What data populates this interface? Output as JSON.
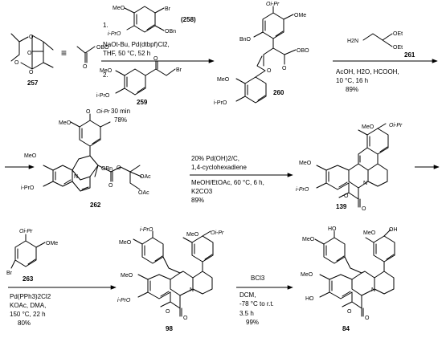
{
  "compounds": {
    "c257": "257",
    "c258": "(258)",
    "c259": "259",
    "c260": "260",
    "c261": "261",
    "c262": "262",
    "c139": "139",
    "c263": "263",
    "c98": "98",
    "c84": "84"
  },
  "atom_labels": {
    "o": "O",
    "obo": "OBO",
    "bzo": "BzO",
    "meo": "MeO",
    "ome": "OMe",
    "br": "Br",
    "obn": "OBn",
    "bno": "BnO",
    "oipr": "Oi-Pr",
    "oipr_ital": "Oi-Pr",
    "iPrO": "i-PrO",
    "iPrO_dash": "i-PrO",
    "nh2": "H2N",
    "oet": "OEt",
    "n": "N",
    "oac": "OAc",
    "oh": "OH",
    "ho": "HO",
    "triple": "≡"
  },
  "step1": {
    "line1": "1.",
    "reagent": "i-PrO",
    "line2": "NaOt-Bu, Pd(dtbpf)Cl2,",
    "line3": "THF, 50 °C, 52 h",
    "line4": "2.",
    "time": "30 min",
    "yield": "78%"
  },
  "step2": {
    "line1": "AcOH, H2O, HCOOH,",
    "line2": "10 °C, 16 h",
    "yield": "89%"
  },
  "step3": {
    "line1": "20% Pd(OH)2/C,",
    "line2": "1,4-cyclohexadiene",
    "line3": "MeOH/EtOAc, 60 °C, 6 h,",
    "line4": "K2CO3",
    "yield": "89%"
  },
  "step4": {
    "line1": "Pd(PPh3)2Cl2",
    "line2": "KOAc, DMA,",
    "line3": "150 °C, 22 h",
    "yield": "80%"
  },
  "step5": {
    "line1": "BCl3",
    "line2": "DCM,",
    "line3": "-78 °C to r.t.",
    "line4": "3.5 h",
    "yield": "99%"
  }
}
